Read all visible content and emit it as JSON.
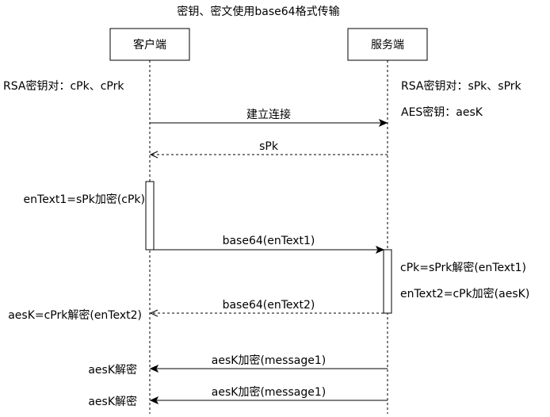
{
  "title": "密钥、密文使用base64格式传输",
  "participants": {
    "client": "客户端",
    "server": "服务端"
  },
  "notes": {
    "client_rsa": "RSA密钥对：cPk、cPrk",
    "server_rsa": "RSA密钥对：sPk、sPrk",
    "server_aes": "AES密钥：aesK",
    "client_encrypt": "enText1=sPk加密(cPk)",
    "server_decrypt": "cPk=sPrk解密(enText1)",
    "server_encrypt": "enText2=cPk加密(aesK)",
    "client_decrypt_aes": "aesK=cPrk解密(enText2)",
    "client_decrypt_msg1": "aesK解密",
    "client_decrypt_msg2": "aesK解密"
  },
  "messages": {
    "connect": "建立连接",
    "spk": "sPk",
    "send_entext1": "base64(enText1)",
    "send_entext2": "base64(enText2)",
    "msg1": "aesK加密(message1)",
    "msg2": "aesK加密(message1)"
  }
}
